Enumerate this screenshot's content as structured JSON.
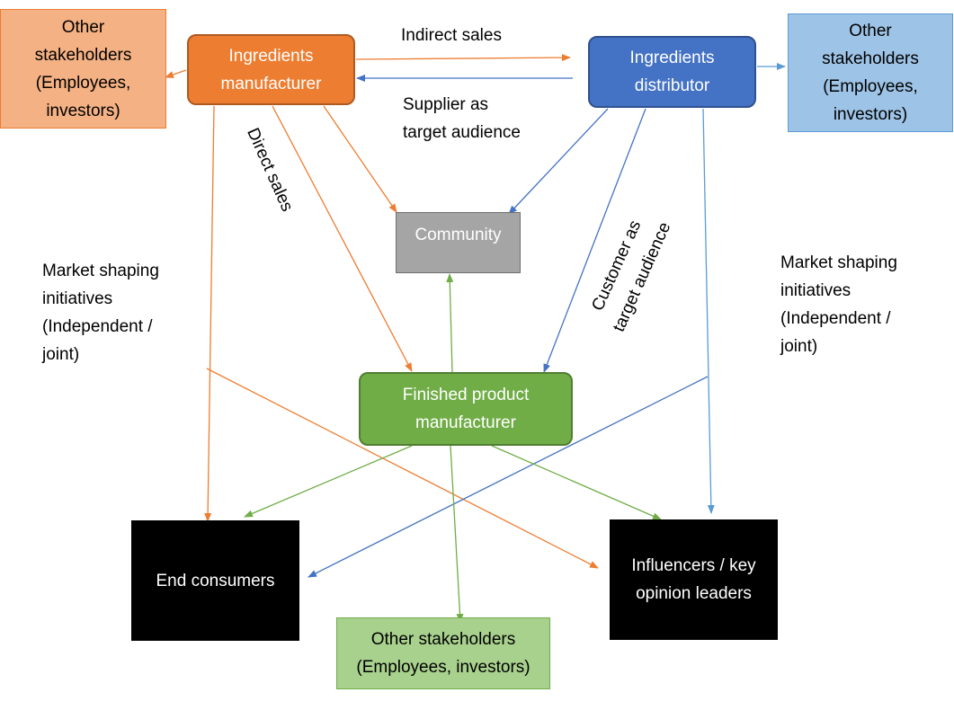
{
  "nodes": {
    "ingredients_manufacturer": [
      "Ingredients",
      "manufacturer"
    ],
    "ingredients_distributor": [
      "Ingredients",
      "distributor"
    ],
    "finished_product_manufacturer": [
      "Finished product",
      "manufacturer"
    ],
    "community": "Community",
    "end_consumers": "End consumers",
    "influencers": [
      "Influencers / key",
      "opinion leaders"
    ],
    "other_stakeholders_left": [
      "Other",
      "stakeholders",
      "(Employees,",
      "investors)"
    ],
    "other_stakeholders_right": [
      "Other",
      "stakeholders",
      "(Employees,",
      "investors)"
    ],
    "other_stakeholders_bottom": [
      "Other stakeholders",
      "(Employees, investors)"
    ]
  },
  "labels": {
    "indirect_sales": "Indirect sales",
    "supplier_target": [
      "Supplier as",
      "target audience"
    ],
    "direct_sales": "Direct sales",
    "customer_target": [
      "Customer as",
      "target audience"
    ],
    "market_shaping_left": [
      "Market shaping",
      "initiatives",
      "(Independent /",
      "joint)"
    ],
    "market_shaping_right": [
      "Market shaping",
      "initiatives",
      "(Independent /",
      "joint)"
    ]
  },
  "colors": {
    "manufacturer": "#ed7d31",
    "distributor": "#4472c4",
    "finished_product": "#70ad47",
    "community": "#a5a5a5",
    "orange_arrow": "#ed7d31",
    "blue_arrow": "#4472c4",
    "green_arrow": "#70ad47",
    "light_blue_arrow": "#5b9bd5"
  }
}
